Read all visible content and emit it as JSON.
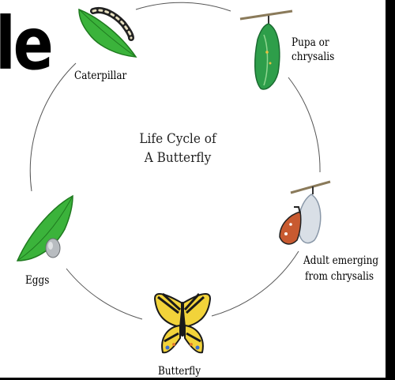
{
  "partial_heading": "le",
  "title_line1": "Life Cycle of",
  "title_line2": "A Butterfly",
  "stages": {
    "caterpillar": "Caterpillar",
    "pupa_line1": "Pupa or",
    "pupa_line2": "chrysalis",
    "adult_line1": "Adult emerging",
    "adult_line2": "from chrysalis",
    "butterfly": "Butterfly",
    "eggs": "Eggs"
  },
  "colors": {
    "leaf": "#3bb33b",
    "leaf_dark": "#1f7a1f",
    "chrysalis": "#2e9e4a",
    "butterfly_yellow": "#f2d33a",
    "butterfly_black": "#1a1a1a",
    "butterfly_blue": "#3a6fd0",
    "butterfly_orange": "#e07a2a",
    "cycle_line": "#555555"
  }
}
